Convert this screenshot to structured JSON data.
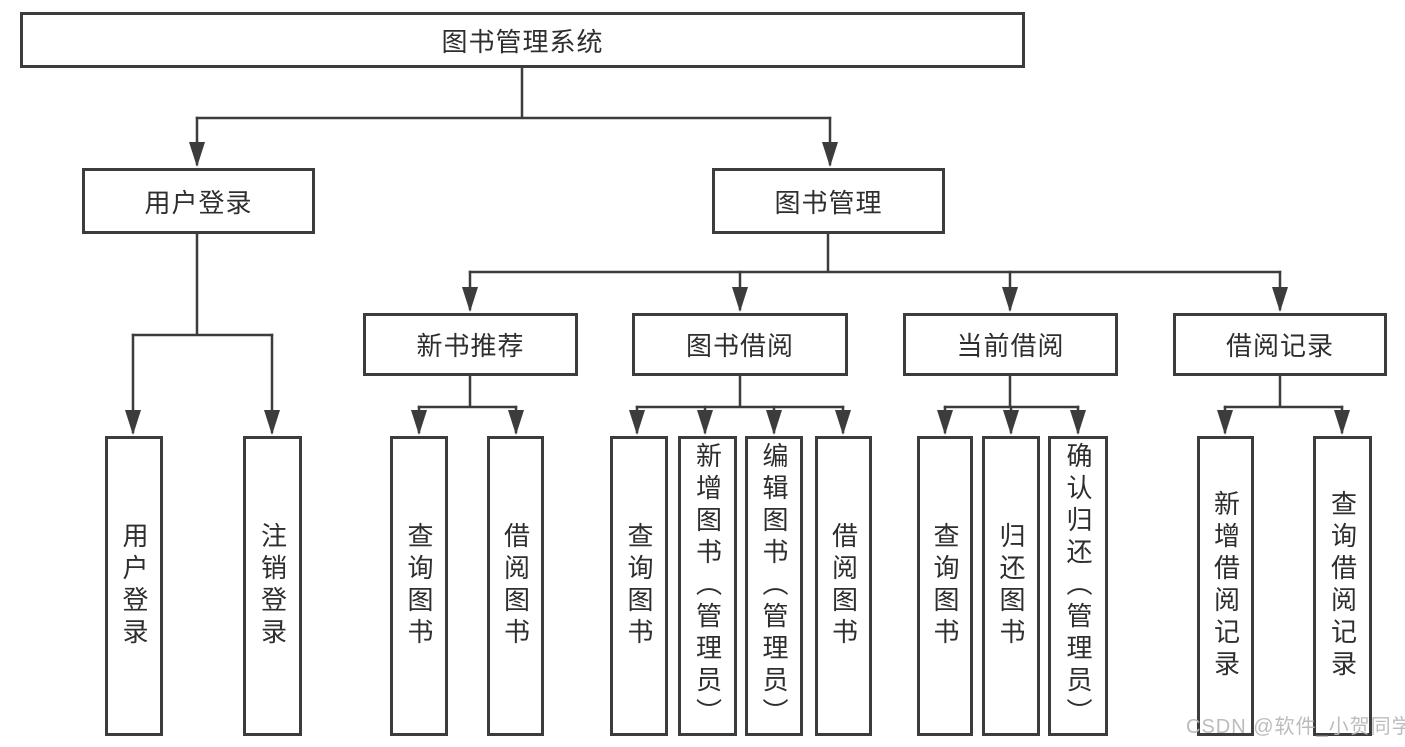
{
  "nodes": {
    "root": "图书管理系统",
    "user_login": "用户登录",
    "book_mgmt": "图书管理",
    "new_book_rec": "新书推荐",
    "book_borrow": "图书借阅",
    "current_borrow": "当前借阅",
    "borrow_records": "借阅记录",
    "ul_login": "用户登录",
    "ul_logout": "注销登录",
    "nbr_query": "查询图书",
    "nbr_borrow": "借阅图书",
    "bb_query": "查询图书",
    "bb_add": "新增图书（管理员）",
    "bb_edit": "编辑图书（管理员）",
    "bb_borrow": "借阅图书",
    "cb_query": "查询图书",
    "cb_return": "归还图书",
    "cb_confirm": "确认归还（管理员）",
    "br_add": "新增借阅记录",
    "br_query": "查询借阅记录"
  },
  "hierarchy": {
    "图书管理系统": {
      "用户登录": [
        "用户登录",
        "注销登录"
      ],
      "图书管理": {
        "新书推荐": [
          "查询图书",
          "借阅图书"
        ],
        "图书借阅": [
          "查询图书",
          "新增图书（管理员）",
          "编辑图书（管理员）",
          "借阅图书"
        ],
        "当前借阅": [
          "查询图书",
          "归还图书",
          "确认归还（管理员）"
        ],
        "借阅记录": [
          "新增借阅记录",
          "查询借阅记录"
        ]
      }
    }
  },
  "watermark": "CSDN @软件_小贺同学",
  "colors": {
    "line": "#3c3c3c",
    "box_border": "#3c3c3c",
    "box_fill": "#ffffff",
    "text": "#2e2e2e",
    "watermark": "#b9b9b9",
    "background": "#ffffff"
  }
}
